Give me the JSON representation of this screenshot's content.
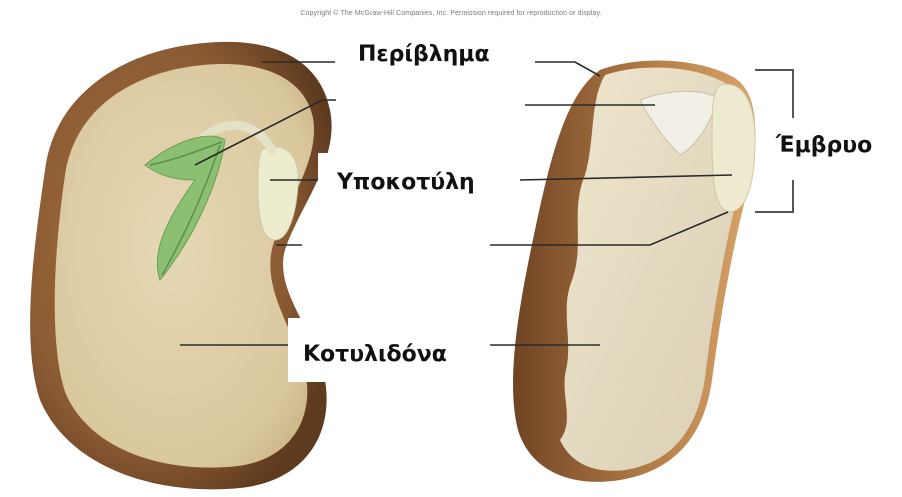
{
  "copyright": "Copyright © The McGraw-Hill Companies, Inc. Permission required for reproduction or display.",
  "labels": {
    "seed_coat": "Περίβλημα",
    "embryo": "Έμβρυο",
    "hypocotyl": "Υποκοτύλη",
    "cotyledon": "Κοτυλιδόνα"
  },
  "colors": {
    "seed_coat_brown": "#8a5a33",
    "cotyledon_cream": "#dccca6",
    "leaf_green": "#8bbf72",
    "line": "#2a2a2a"
  }
}
